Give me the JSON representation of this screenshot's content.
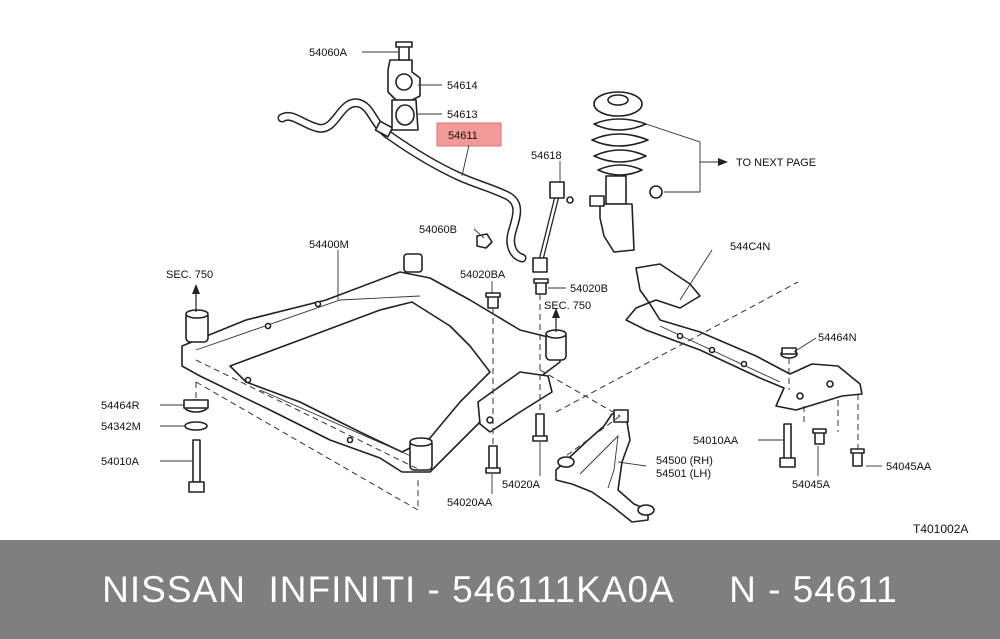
{
  "diagram": {
    "drawing_code": "T401002A",
    "labels": {
      "p54060A": "54060A",
      "p54614": "54614",
      "p54613": "54613",
      "p54611": "54611",
      "p54618": "54618",
      "next_page": "TO NEXT PAGE",
      "p54060B": "54060B",
      "p54400M": "54400M",
      "p544C4N": "544C4N",
      "p54020BA": "54020BA",
      "p54020B": "54020B",
      "sec750_left": "SEC. 750",
      "sec750_mid": "SEC. 750",
      "p54464N": "54464N",
      "p54464R": "54464R",
      "p54342M": "54342M",
      "p54010A": "54010A",
      "p54010AA": "54010AA",
      "p54500": "54500 (RH)",
      "p54501": "54501 (LH)",
      "p54045AA": "54045AA",
      "p54045A": "54045A",
      "p54020A": "54020A",
      "p54020AA": "54020AA"
    },
    "highlight_color": "#f29a9a"
  },
  "footer": {
    "text": "NISSAN  INFINITI - 546111KA0A     N - 54611",
    "background": "#7f7f7f"
  }
}
